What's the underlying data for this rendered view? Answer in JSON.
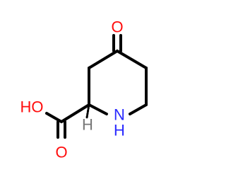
{
  "molecule": {
    "atoms": {
      "carbonyl_oxygen": {
        "label": "O",
        "color": "#ff0d0d"
      },
      "ring_nitrogen": {
        "label": "N",
        "color": "#2a2aff"
      },
      "ring_nitrogen_hydrogen": {
        "label": "H",
        "color": "#2a2aff"
      },
      "stereo_hydrogen": {
        "label": "H",
        "color": "#777777"
      },
      "hydroxyl": {
        "label": "HO",
        "color": "#ff0d0d"
      },
      "acid_carbonyl_oxygen": {
        "label": "O",
        "color": "#ff0d0d"
      }
    },
    "bond_color": "#000000"
  }
}
